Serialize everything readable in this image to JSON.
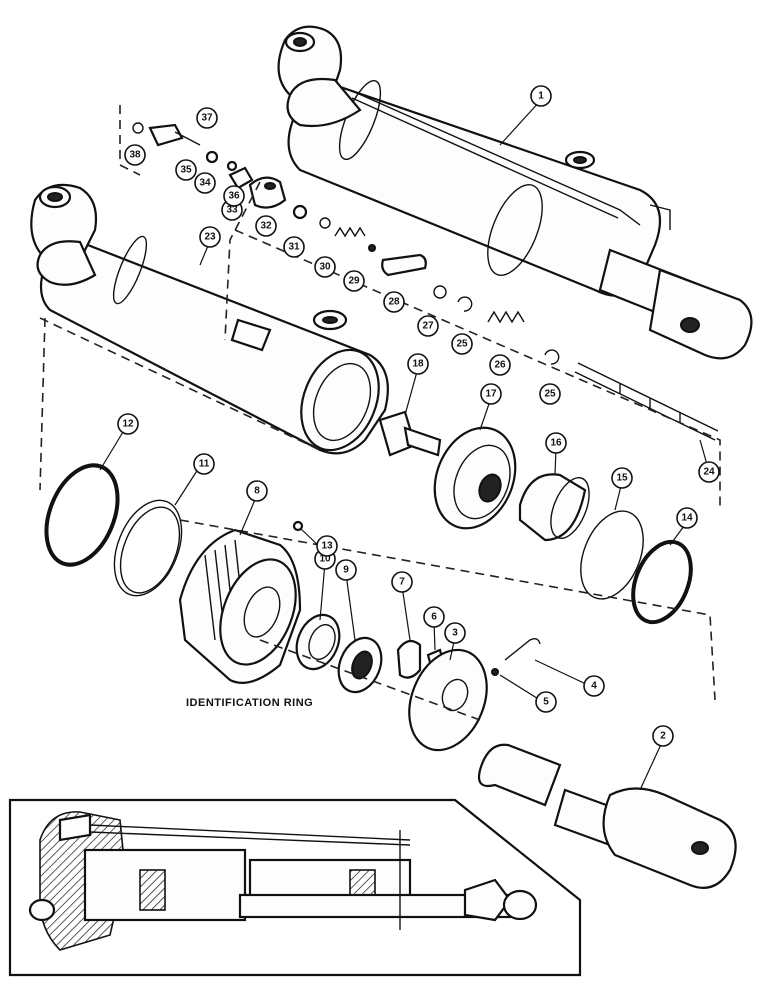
{
  "caption": "IDENTIFICATION RING",
  "callouts": {
    "c1": "1",
    "c2": "2",
    "c3": "3",
    "c4": "4",
    "c5": "5",
    "c6": "6",
    "c7": "7",
    "c8": "8",
    "c9": "9",
    "c10": "10",
    "c11": "11",
    "c12": "12",
    "c13": "13",
    "c14": "14",
    "c15": "15",
    "c16": "16",
    "c17": "17",
    "c18": "18",
    "c23": "23",
    "c24": "24",
    "c25a": "25",
    "c25b": "25",
    "c26": "26",
    "c27": "27",
    "c28": "28",
    "c29": "29",
    "c30": "30",
    "c31": "31",
    "c32": "32",
    "c33": "33",
    "c34": "34",
    "c35": "35",
    "c36": "36",
    "c37": "37",
    "c38": "38"
  }
}
